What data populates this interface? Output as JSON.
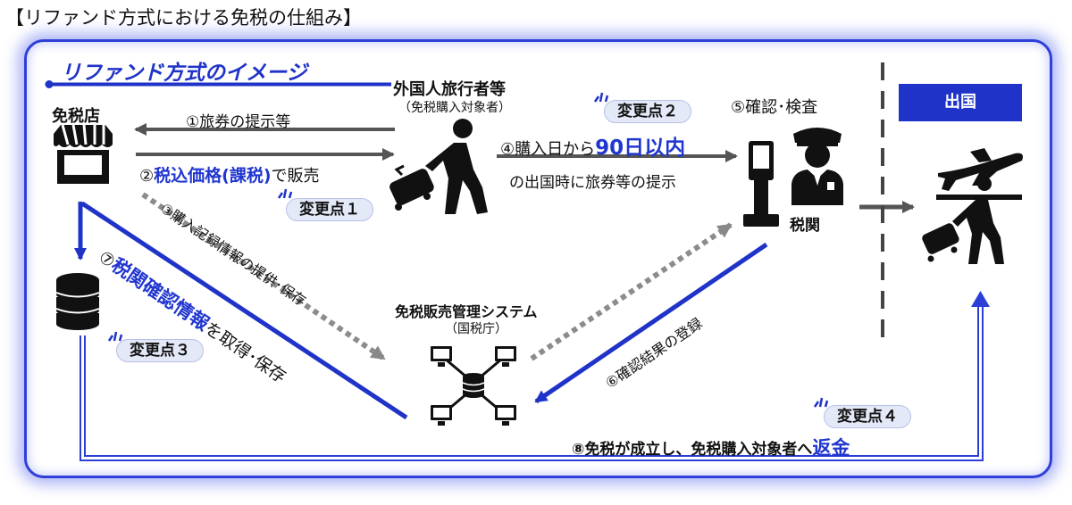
{
  "page_title": "【リファンド方式における免税の仕組み】",
  "heading": "リファンド方式のイメージ",
  "nodes": {
    "store": "免税店",
    "traveler": "外国人旅行者等",
    "traveler_sub": "（免税購入対象者）",
    "confirm": "⑤確認･検査",
    "customs": "税関",
    "exit": "出国",
    "system": "免税販売管理システム",
    "system_sub": "（国税庁）"
  },
  "steps": {
    "s1": "①旅券の提示等",
    "s2_pre": "②",
    "s2_highlight": "税込価格(課税)",
    "s2_post": "で販売",
    "s3": "③購入記録情報の提供･保存",
    "s4_pre": "④購入日から",
    "s4_highlight": "90日以内",
    "s4_line2": "の出国時に旅券等の提示",
    "s6": "⑥確認結果の登録",
    "s7_pre": "⑦",
    "s7_highlight": "税関確認情報",
    "s7_post": "を取得･保存",
    "s8_pre": "⑧免税が成立し、免税購入対象者へ",
    "s8_highlight": "返金"
  },
  "badges": [
    "変更点１",
    "変更点２",
    "変更点３",
    "変更点４"
  ],
  "colors": {
    "accent": "#1f33c8",
    "arrow_gray": "#555555",
    "badge_bg": "#e4e9f8"
  }
}
